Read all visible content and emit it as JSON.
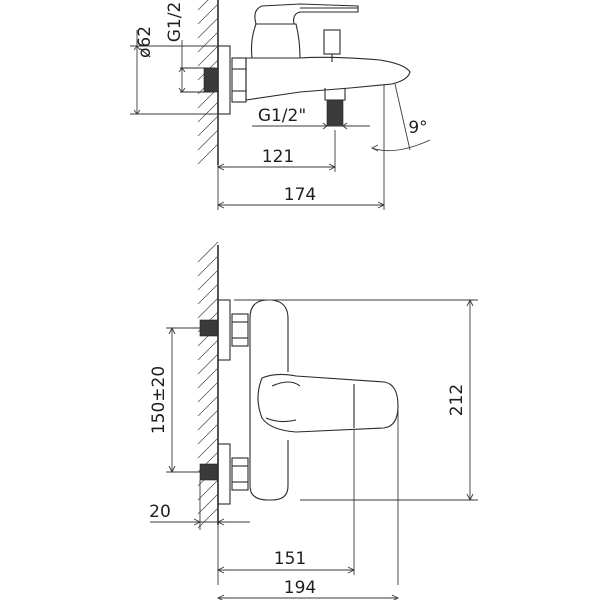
{
  "colors": {
    "line": "#2a2a2a",
    "background": "#ffffff"
  },
  "top_view": {
    "dim_diameter": "ø62",
    "dim_thread_wall": "G1/2",
    "dim_thread_spout": "G1/2\"",
    "dim_angle": "9°",
    "dim_spout_length": "121",
    "dim_total_length": "174"
  },
  "front_view": {
    "dim_spacing": "150±20",
    "dim_wall_offset": "20",
    "dim_height": "212",
    "dim_handle_length": "151",
    "dim_total_length": "194"
  }
}
